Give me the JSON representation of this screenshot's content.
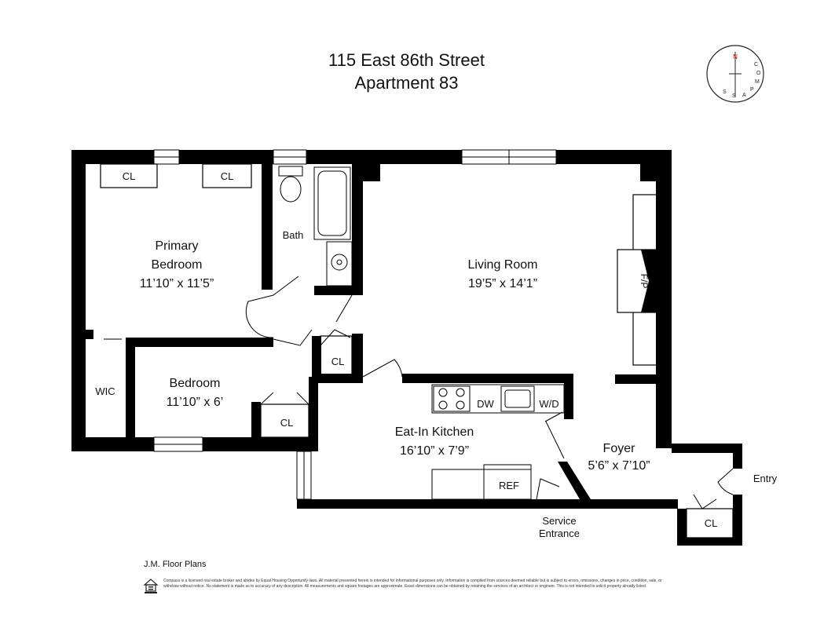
{
  "title": {
    "address": "115 East 86th Street",
    "unit": "Apartment 83"
  },
  "compass": {
    "north_label": "N",
    "ring_text": [
      "C",
      "O",
      "M",
      "P",
      "A",
      "S",
      "S"
    ]
  },
  "rooms": {
    "primary_bedroom": {
      "name_line1": "Primary",
      "name_line2": "Bedroom",
      "dims": "11’10” x 11’5”"
    },
    "living_room": {
      "name": "Living Room",
      "dims": "19’5” x 14’1”"
    },
    "bath": {
      "name": "Bath"
    },
    "bedroom": {
      "name": "Bedroom",
      "dims": "11’10” x 6’"
    },
    "wic": {
      "name": "WIC"
    },
    "kitchen": {
      "name": "Eat-In Kitchen",
      "dims": "16’10” x 7’9”"
    },
    "foyer": {
      "name": "Foyer",
      "dims": "5’6” x 7’10”"
    }
  },
  "labels": {
    "closet": "CL",
    "fireplace": "F/P",
    "dishwasher": "DW",
    "washer_dryer": "W/D",
    "refrigerator": "REF",
    "entry": "Entry",
    "service_line1": "Service",
    "service_line2": "Entrance"
  },
  "footer": {
    "credit": "J.M. Floor Plans",
    "disclaimer": "Compass is a licensed real estate broker and abides by Equal Housing Opportunity laws. All material presented herein is intended for informational purposes only. Information is compiled from sources deemed reliable but is subject to errors, omissions, changes in price, condition, sale, or withdraw without notice. No statement is made as to accuracy of any description. All measurements and square footages are approximate. Exact dimensions can be obtained by retaining the services of an architect or engineer. This is not intended to solicit property already listed."
  }
}
